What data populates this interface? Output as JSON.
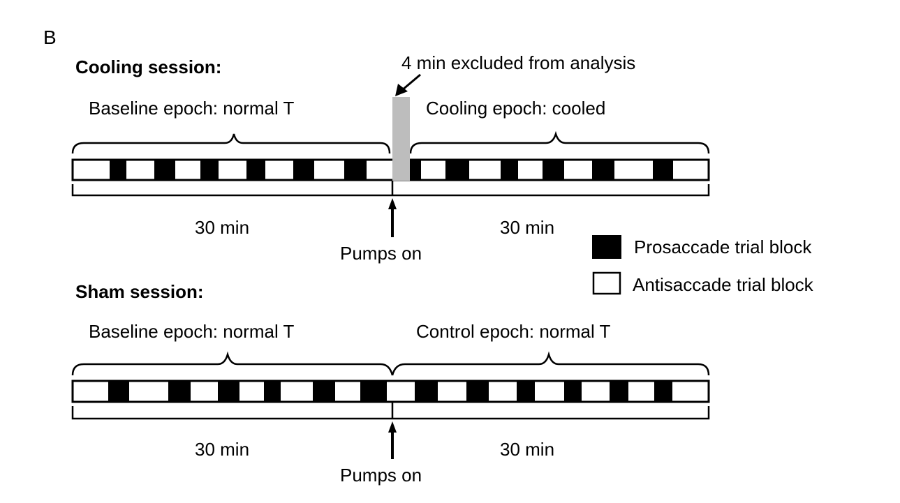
{
  "panel_label": "B",
  "legend": {
    "prosaccade": {
      "label": "Prosaccade trial block",
      "color": "#000000"
    },
    "antisaccade": {
      "label": "Antisaccade trial block",
      "color": "#ffffff"
    }
  },
  "cooling": {
    "title": "Cooling session:",
    "baseline_label": "Baseline epoch: normal T",
    "second_label": "Cooling epoch: cooled",
    "excluded_label": "4 min excluded from analysis",
    "excluded_color": "#bdbdbd",
    "duration_left": "30 min",
    "duration_right": "30 min",
    "pumps_label": "Pumps on",
    "blocks": [
      "A",
      "P",
      "A",
      "P",
      "A",
      "P",
      "A",
      "P",
      "A",
      "P",
      "A",
      "P",
      "A",
      "X",
      "P",
      "A",
      "P",
      "A",
      "P",
      "A",
      "P",
      "A",
      "P",
      "A",
      "P",
      "A"
    ]
  },
  "sham": {
    "title": "Sham session:",
    "baseline_label": "Baseline epoch: normal T",
    "second_label": "Control epoch: normal T",
    "duration_left": "30 min",
    "duration_right": "30 min",
    "pumps_label": "Pumps on",
    "blocks": [
      "A",
      "P",
      "A",
      "P",
      "A",
      "P",
      "A",
      "P",
      "A",
      "P",
      "A",
      "P",
      "A",
      "P",
      "A",
      "P",
      "A",
      "P",
      "A",
      "P",
      "A",
      "P",
      "A",
      "P",
      "A"
    ]
  }
}
